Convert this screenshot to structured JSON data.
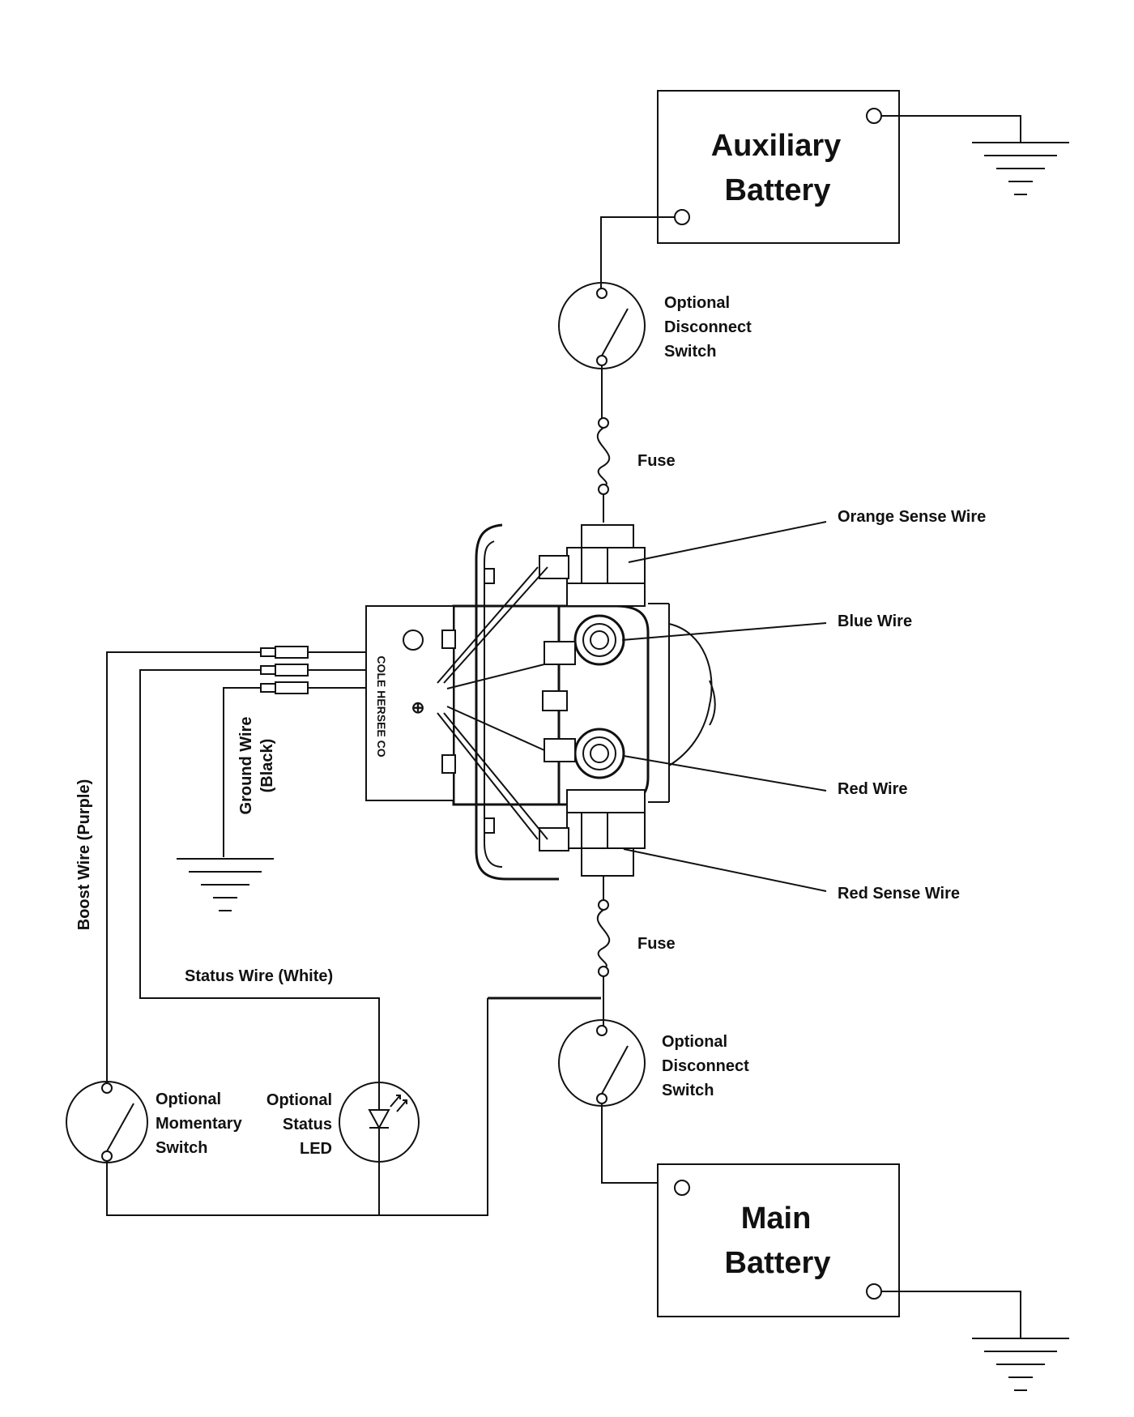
{
  "colors": {
    "line": "#111111",
    "background": "#ffffff"
  },
  "auxiliary_battery": {
    "line1": "Auxiliary",
    "line2": "Battery"
  },
  "main_battery": {
    "line1": "Main",
    "line2": "Battery"
  },
  "top_disconnect": {
    "line1": "Optional",
    "line2": "Disconnect",
    "line3": "Switch"
  },
  "bottom_disconnect": {
    "line1": "Optional",
    "line2": "Disconnect",
    "line3": "Switch"
  },
  "fuse_top": "Fuse",
  "fuse_bottom": "Fuse",
  "wire_labels": {
    "orange_sense": "Orange Sense Wire",
    "blue": "Blue Wire",
    "red": "Red Wire",
    "red_sense": "Red Sense Wire"
  },
  "ground_wire": {
    "line1": "Ground Wire",
    "line2": "(Black)"
  },
  "boost_wire": "Boost Wire (Purple)",
  "status_wire": "Status Wire (White)",
  "momentary_switch": {
    "line1": "Optional",
    "line2": "Momentary",
    "line3": "Switch"
  },
  "status_led": {
    "line1": "Optional",
    "line2": "Status",
    "line3": "LED"
  },
  "device_brand": "COLE HERSEE CO",
  "icons": [
    "ground-symbol",
    "switch-symbol",
    "fuse-symbol",
    "led-symbol",
    "relay-device"
  ]
}
